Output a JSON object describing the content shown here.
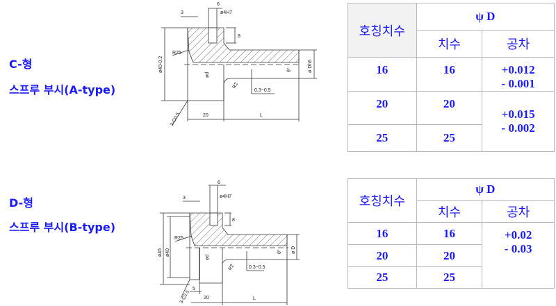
{
  "sectionC": {
    "type_label": "C-형",
    "name_label": "스프루 부시(A-type)",
    "drawing": {
      "dim_3": "3",
      "dim_6": "6",
      "hole": "ø4H7",
      "depth": "8",
      "radius": "R25",
      "flange_dia": "ø40-0.2",
      "d": "ød",
      "angle": "θ°",
      "D": "ø Dh6",
      "r2": "R2",
      "gap": "0.3~0.5",
      "chamfer": "2-C0.5",
      "len20": "20",
      "L": "L"
    },
    "table": {
      "head_nominal": "호칭치수",
      "head_psiD": "ψ D",
      "head_size": "치수",
      "head_tol": "공차",
      "rows": [
        {
          "nominal": "16",
          "size": "16",
          "tol_plus": "+0.012",
          "tol_minus": "- 0.001"
        },
        {
          "nominal": "20",
          "size": "20"
        },
        {
          "nominal": "25",
          "size": "25"
        }
      ],
      "tol2_plus": "+0.015",
      "tol2_minus": "- 0.002"
    }
  },
  "sectionD": {
    "type_label": "D-형",
    "name_label": "스프루 부시(B-type)",
    "drawing": {
      "dim_3": "3",
      "dim_6": "6",
      "hole": "ø4H7",
      "depth": "8",
      "radius": "R25",
      "dia45": "ø45",
      "dia40": "ø40",
      "d": "ød",
      "angle": "θ°",
      "D": "ø D",
      "r2": "R2",
      "gap": "0.3~0.5",
      "chamfer": "3-C0.5",
      "len5": "5",
      "len20": "20",
      "L": "L"
    },
    "table": {
      "head_nominal": "호칭치수",
      "head_psiD": "ψ D",
      "head_size": "치수",
      "head_tol": "공차",
      "rows": [
        {
          "nominal": "16",
          "size": "16"
        },
        {
          "nominal": "20",
          "size": "20"
        },
        {
          "nominal": "25",
          "size": "25"
        }
      ],
      "tol_plus": "+0.02",
      "tol_minus": "- 0.03"
    }
  }
}
